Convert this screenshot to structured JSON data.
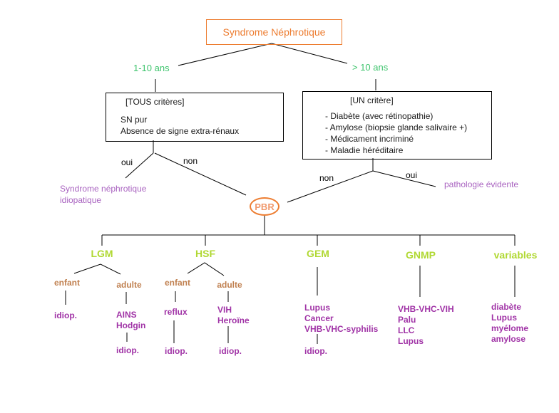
{
  "colors": {
    "orange_accent": "#ED7D31",
    "orange_light": "#F09A6E",
    "green_age": "#3EC46D",
    "olive_category": "#B0D832",
    "tan_child": "#C08050",
    "purple_item": "#A033A6",
    "purple_outcome": "#A963C0",
    "line": "#000000"
  },
  "root": {
    "title": "Syndrome Néphrotique"
  },
  "age_branches": {
    "left": "1-10 ans",
    "right": "> 10 ans"
  },
  "criteria_left": {
    "header": "[TOUS critères]",
    "items": [
      "SN pur",
      "Absence de signe extra-rénaux"
    ]
  },
  "criteria_right": {
    "header": "[UN critère]",
    "items": [
      "- Diabète (avec rétinopathie)",
      "- Amylose (biopsie glande salivaire +)",
      "- Médicament incriminé",
      "- Maladie héréditaire"
    ]
  },
  "decisions": {
    "left_yes": "oui",
    "left_no": "non",
    "right_no": "non",
    "right_yes": "oui"
  },
  "outcomes": {
    "idiopathic_line1": "Syndrome néphrotique",
    "idiopathic_line2": "idiopatique",
    "evident": "pathologie évidente"
  },
  "pbr": {
    "label": "PBR"
  },
  "tree": {
    "lgm": {
      "label": "LGM",
      "child_left": "enfant",
      "child_right": "adulte",
      "left_result": "idiop.",
      "right_causes": [
        "AINS",
        "Hodgin"
      ],
      "right_result": "idiop."
    },
    "hsf": {
      "label": "HSF",
      "child_left": "enfant",
      "child_right": "adulte",
      "left_cause": "reflux",
      "left_result": "idiop.",
      "right_causes": [
        "VIH",
        "Heroïne"
      ],
      "right_result": "idiop."
    },
    "gem": {
      "label": "GEM",
      "causes": [
        "Lupus",
        "Cancer",
        "VHB-VHC-syphilis"
      ],
      "result": "idiop."
    },
    "gnmp": {
      "label": "GNMP",
      "causes": [
        "VHB-VHC-VIH",
        "Palu",
        "LLC",
        "Lupus"
      ]
    },
    "variables": {
      "label": "variables",
      "causes": [
        "diabète",
        "Lupus",
        "myélome",
        "amylose"
      ]
    }
  }
}
